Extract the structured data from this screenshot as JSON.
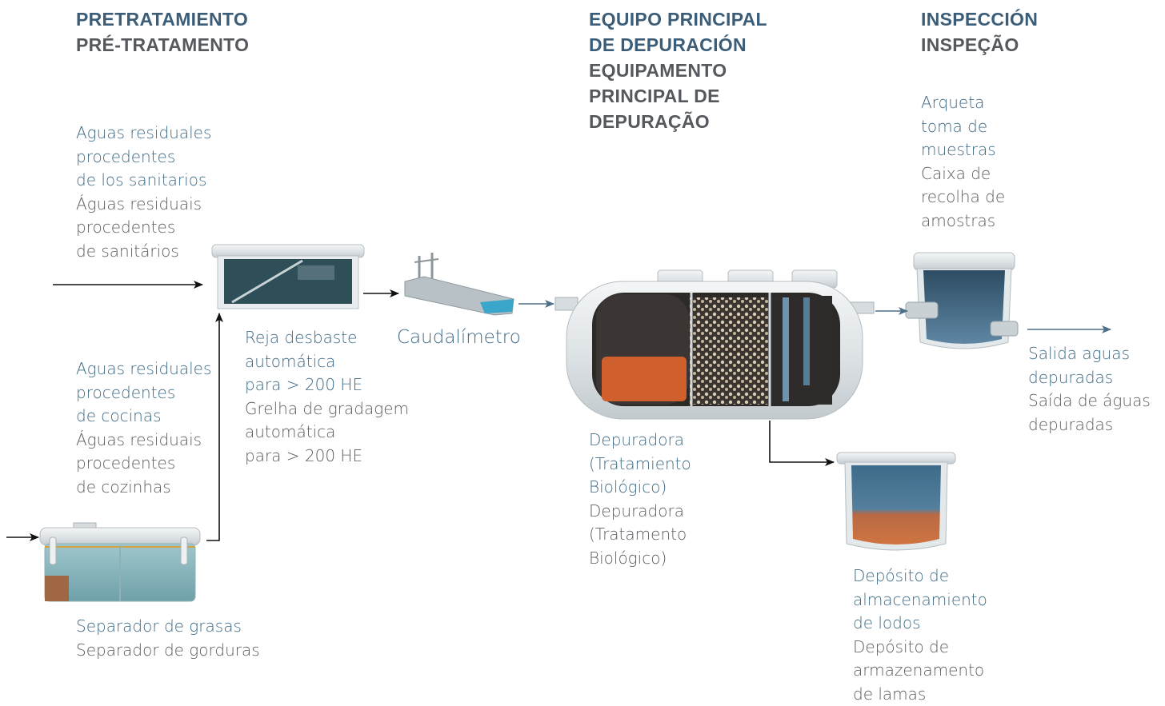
{
  "headers": {
    "pretreatment": {
      "es": "PRETRATAMIENTO",
      "pt": "PRÉ-TRATAMENTO"
    },
    "main_equipment": {
      "es": "EQUIPO PRINCIPAL\nDE DEPURACIÓN",
      "pt": "EQUIPAMENTO\nPRINCIPAL DE\nDEPURAÇÃO"
    },
    "inspection": {
      "es": "INSPECCIÓN",
      "pt": "INSPEÇÃO"
    }
  },
  "labels": {
    "sanitary_water": {
      "es": "Aguas residuales\nprocedentes\nde los sanitarios",
      "pt": "Águas residuais\nprocedentes\nde sanitários"
    },
    "kitchen_water": {
      "es": "Aguas residuales\nprocedentes\nde cocinas",
      "pt": "Águas residuais\nprocedentes\nde cozinhas"
    },
    "screen": {
      "es": "Reja desbaste\nautomática\npara > 200 HE",
      "pt": "Grelha de gradagem\nautomática\npara > 200 HE"
    },
    "flowmeter": {
      "es": "Caudalímetro"
    },
    "treatment_plant": {
      "es": "Depuradora\n(Tratamiento\nBiológico)",
      "pt": "Depuradora\n(Tratamento\nBiológico)"
    },
    "sampling_box": {
      "es": "Arqueta\ntoma de\nmuestras",
      "pt": "Caixa de\nrecolha de\namostras"
    },
    "outlet": {
      "es": "Salida aguas\ndepuradas",
      "pt": "Saída de águas\ndepuradas"
    },
    "sludge_tank": {
      "es": "Depósito de\nalmacenamiento\nde lodos",
      "pt": "Depósito de\narmazenamento\nde lamas"
    },
    "grease_separator": {
      "es": "Separador de grasas",
      "pt": "Separador de gorduras"
    }
  },
  "colors": {
    "header_es": "#3b5d78",
    "header_pt": "#55595e",
    "label_es": "#3f6a84",
    "label_pt": "#5a5d61",
    "arrow_black": "#111111",
    "arrow_blue": "#4f6f87",
    "water": "#3e6a86",
    "sludge": "#c8663a"
  }
}
